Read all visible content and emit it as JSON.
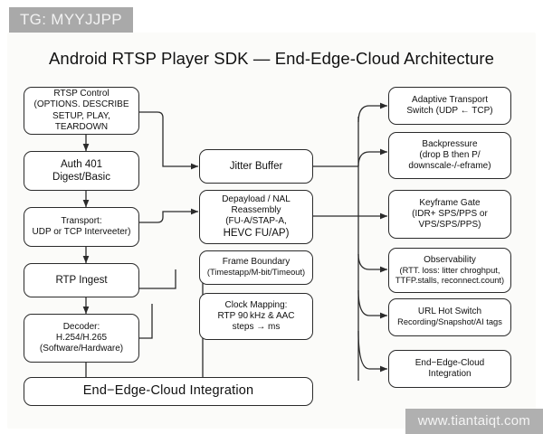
{
  "badge": {
    "text": "TG: MYYJJPP"
  },
  "watermark": {
    "text": "www.tiantaiqt.com"
  },
  "diagram": {
    "title": "Android RTSP Player SDK — End-Edge-Cloud Architecture",
    "type": "flowchart",
    "background": "#fbfbf9",
    "stroke": "#2b2b2b",
    "columns": [
      {
        "name": "client-pipeline",
        "nodes": [
          {
            "id": "rtsp-control",
            "lines": [
              "RTSP Control",
              "(OPTIONS. DESCRIBE",
              "SETUP, PLAY, TEARDOWN"
            ]
          },
          {
            "id": "auth-401",
            "lines": [
              "Auth 401",
              "Digest/Basic"
            ]
          },
          {
            "id": "transport",
            "lines": [
              "Transport:",
              "UDP or TCP Interveeter)"
            ]
          },
          {
            "id": "rtp-ingest",
            "lines": [
              "RTP Ingest"
            ]
          },
          {
            "id": "decoder",
            "lines": [
              "Decoder:",
              "H.254/H.265",
              "(Software/Hardware)"
            ]
          }
        ]
      },
      {
        "name": "media-processing",
        "nodes": [
          {
            "id": "jitter-buffer",
            "lines": [
              "Jitter Buffer"
            ]
          },
          {
            "id": "depayload-nal",
            "lines": [
              "Depayload / NAL",
              "Reassembly",
              "(FU-A/STAP-A,",
              "HEVC FU/AP)"
            ]
          },
          {
            "id": "frame-boundary",
            "lines": [
              "Frame Boundary",
              "(Timestapp/M-bit/Timeout)"
            ]
          },
          {
            "id": "clock-mapping",
            "lines": [
              "Clock Mapping:",
              "RTP 90 kHz & AAC",
              "steps → ms"
            ]
          }
        ]
      },
      {
        "name": "adaptive-services",
        "nodes": [
          {
            "id": "adaptive-transport-switch",
            "lines": [
              "Adaptive Transport",
              "Switch (UDP ← TCP)"
            ]
          },
          {
            "id": "backpressure",
            "lines": [
              "Backpressure",
              "(drop B then P/",
              "downscale-/-eframe)"
            ]
          },
          {
            "id": "keyframe-gate",
            "lines": [
              "Keyframe Gate",
              "(IDR+ SPS/PPS or",
              "VPS/SPS/PPS)"
            ]
          },
          {
            "id": "observability",
            "lines": [
              "Observability",
              "(RTT. loss: litter chroghput,",
              "TTFP.stalls, reconnect.count)"
            ]
          },
          {
            "id": "url-hot-switch",
            "lines": [
              "URL Hot Switch",
              "Recording/Snapshot/AI tags"
            ]
          },
          {
            "id": "end-edge-cloud-right",
            "lines": [
              "End−Edge-Cloud",
              "Integration"
            ]
          }
        ]
      }
    ],
    "footer_bar": {
      "id": "end-edge-cloud-integration",
      "label": "End−Edge-Cloud Integration"
    }
  }
}
